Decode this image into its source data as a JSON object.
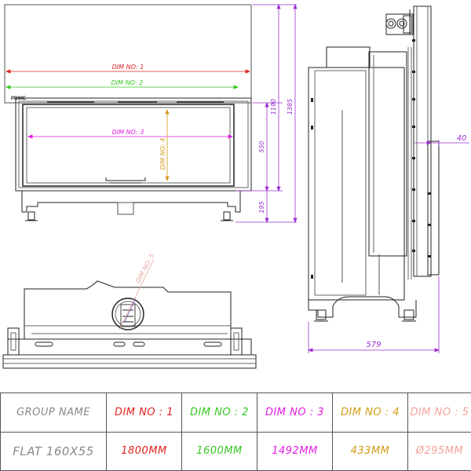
{
  "drawing": {
    "brand": "PRIME",
    "dim_labels": {
      "dim1": "DIM NO: 1",
      "dim2": "DIM NO: 2",
      "dim3": "DIM NO: 3",
      "dim4": "DIM NO: 4",
      "dim5": "DIM NO: 5"
    },
    "front_dims": {
      "d1385": "1385",
      "d1190": "1190",
      "d550": "550",
      "d195": "195"
    },
    "side_dims": {
      "d40": "40",
      "d579": "579"
    },
    "colors": {
      "dim1": "#e2221f",
      "dim2": "#35c81f",
      "dim3": "#e31ce0",
      "dim4": "#d39b17",
      "dim5": "#e8a7a0",
      "dim_generic": "#9b2fd1",
      "outline": "#222222"
    }
  },
  "table": {
    "header": {
      "group": "GROUP NAME",
      "dim1": "DIM NO : 1",
      "dim2": "DIM NO : 2",
      "dim3": "DIM NO : 3",
      "dim4": "DIM NO : 4",
      "dim5": "DIM NO : 5"
    },
    "row": {
      "group": "FLAT 160X55",
      "dim1": "1800MM",
      "dim2": "1600MM",
      "dim3": "1492MM",
      "dim4": "433MM",
      "dim5": "Ø295MM"
    }
  }
}
